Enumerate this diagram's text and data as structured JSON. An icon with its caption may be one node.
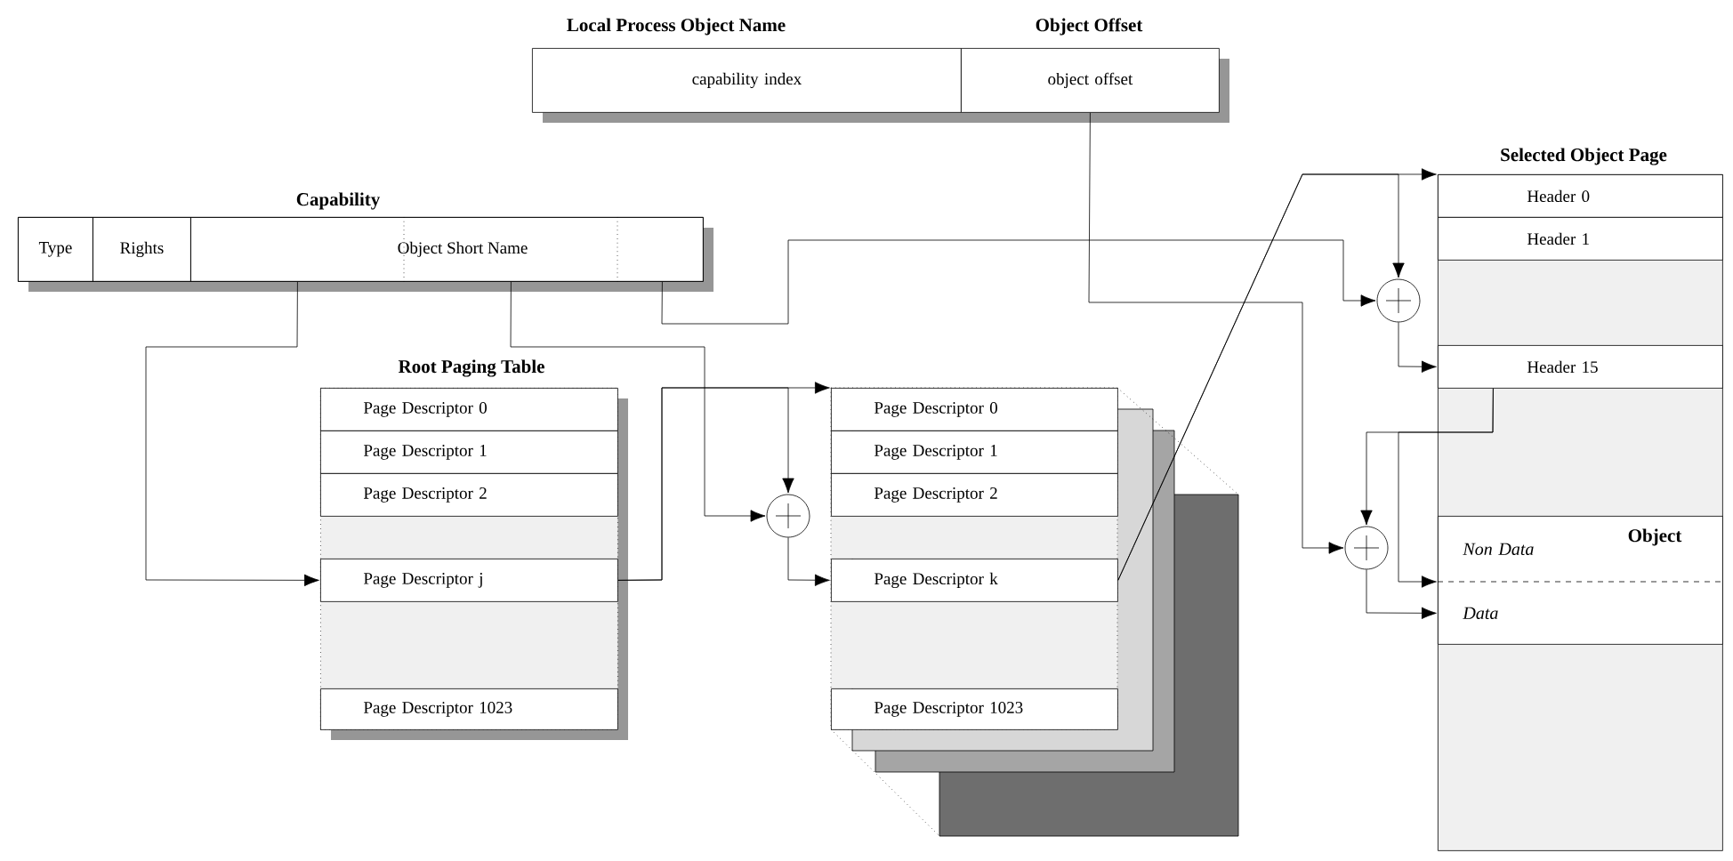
{
  "diagram": {
    "nodes": [
      {
        "text": [
          "Local Process Object Name",
          "capability index"
        ]
      },
      {
        "text": [
          "Object Offset",
          "object offset"
        ]
      },
      {
        "text": [
          "Capability"
        ]
      },
      {
        "text": [
          "Type"
        ],
        "in": 2
      },
      {
        "text": [
          "Rights"
        ],
        "in": 2
      },
      {
        "text": [
          "Object Short Name"
        ],
        "in": 2
      },
      {
        "text": [
          "Root Paging Table"
        ]
      },
      {
        "text": [
          "Page Descriptor 0"
        ],
        "in": 6
      },
      {
        "text": [
          "Page Descriptor 1"
        ],
        "in": 6
      },
      {
        "text": [
          "Page Descriptor 2"
        ],
        "in": 6
      },
      {
        "text": [
          "Page Descriptor j"
        ],
        "in": 6
      },
      {
        "text": [
          "Page Descriptor 1023"
        ],
        "in": 6
      },
      {
        "text": [
          "Page Descriptor 0"
        ]
      },
      {
        "text": [
          "Page Descriptor 1"
        ]
      },
      {
        "text": [
          "Page Descriptor 2"
        ]
      },
      {
        "text": [
          "Page Descriptor k"
        ]
      },
      {
        "text": [
          "Page Descriptor 1023"
        ]
      },
      {
        "text": [],
        "shape": "circle"
      },
      {
        "text": [
          "Selected Object Page"
        ]
      },
      {
        "text": [
          "Header 0"
        ],
        "in": 18
      },
      {
        "text": [
          "Header 1"
        ],
        "in": 18
      },
      {
        "text": [
          "Header 15"
        ],
        "in": 18
      },
      {
        "text": [
          "Object"
        ],
        "in": 18
      },
      {
        "text": [
          "Non Data"
        ],
        "in": 22
      },
      {
        "text": [
          "Data"
        ],
        "in": 22
      },
      {
        "text": [],
        "shape": "circle"
      },
      {
        "text": [],
        "shape": "circle"
      }
    ],
    "edges": [
      {
        "from": 5,
        "to": 10,
        "arrow": "to"
      },
      {
        "from": 5,
        "to": 17,
        "arrow": "to"
      },
      {
        "from": 5,
        "to": 25,
        "arrow": "to"
      },
      {
        "from": 1,
        "to": 26,
        "arrow": "to"
      },
      {
        "from": 10,
        "to": 12,
        "arrow": "to"
      },
      {
        "from": 10,
        "to": 17,
        "arrow": "to"
      },
      {
        "from": 17,
        "to": 15,
        "arrow": "to"
      },
      {
        "from": 15,
        "to": 18,
        "arrow": "to"
      },
      {
        "from": 15,
        "to": 25,
        "arrow": "to"
      },
      {
        "from": 25,
        "to": 21,
        "arrow": "to"
      },
      {
        "from": 21,
        "to": 26,
        "arrow": "to"
      },
      {
        "from": 21,
        "to": 24,
        "arrow": "to"
      },
      {
        "from": 26,
        "to": 24,
        "arrow": "to"
      }
    ]
  }
}
